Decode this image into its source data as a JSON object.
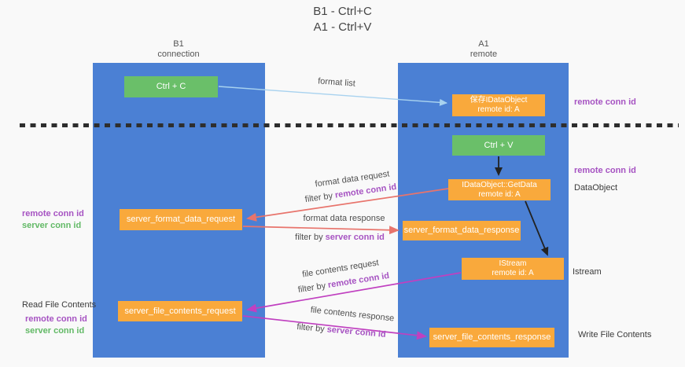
{
  "title": {
    "line1": "B1 - Ctrl+C",
    "line2": "A1 - Ctrl+V"
  },
  "columns": {
    "left": {
      "name": "B1",
      "role": "connection"
    },
    "right": {
      "name": "A1",
      "role": "remote"
    }
  },
  "boxes": {
    "ctrl_c": "Ctrl + C",
    "ctrl_v": "Ctrl + V",
    "save_dataobject": {
      "line1": "保存IDataObject",
      "line2": "remote id: A"
    },
    "getdata": {
      "line1": "IDataObject::GetData",
      "line2": "remote id: A"
    },
    "istream": {
      "line1": "IStream",
      "line2": "remote id: A"
    },
    "server_format_data_request": "server_format_data_request",
    "server_format_data_response": "server_format_data_response",
    "server_file_contents_request": "server_file_contents_request",
    "server_file_contents_response": "server_file_contents_response"
  },
  "arrow_labels": {
    "format_list": "format list",
    "format_data_request": "format data request",
    "format_data_response": "format data response",
    "file_contents_request": "file contents request",
    "file_contents_response": "file contents response",
    "filter_by": "filter by ",
    "remote_conn_id": "remote conn id",
    "server_conn_id": "server conn id"
  },
  "side_labels": {
    "remote_conn_id": "remote conn id",
    "server_conn_id": "server conn id",
    "dataobject": "DataObject",
    "istream": "Istream",
    "read_file_contents": "Read File Contents",
    "write_file_contents": "Write File Contents"
  },
  "colors": {
    "lane_blue": "#4b80d4",
    "box_green": "#6abf69",
    "box_orange": "#f9a93c",
    "arrow_red": "#e8746c",
    "arrow_magenta": "#c040c0",
    "arrow_light_blue": "#a8d2ef",
    "arrow_black": "#222222",
    "text_purple": "#a653c2",
    "text_green": "#62b966"
  }
}
